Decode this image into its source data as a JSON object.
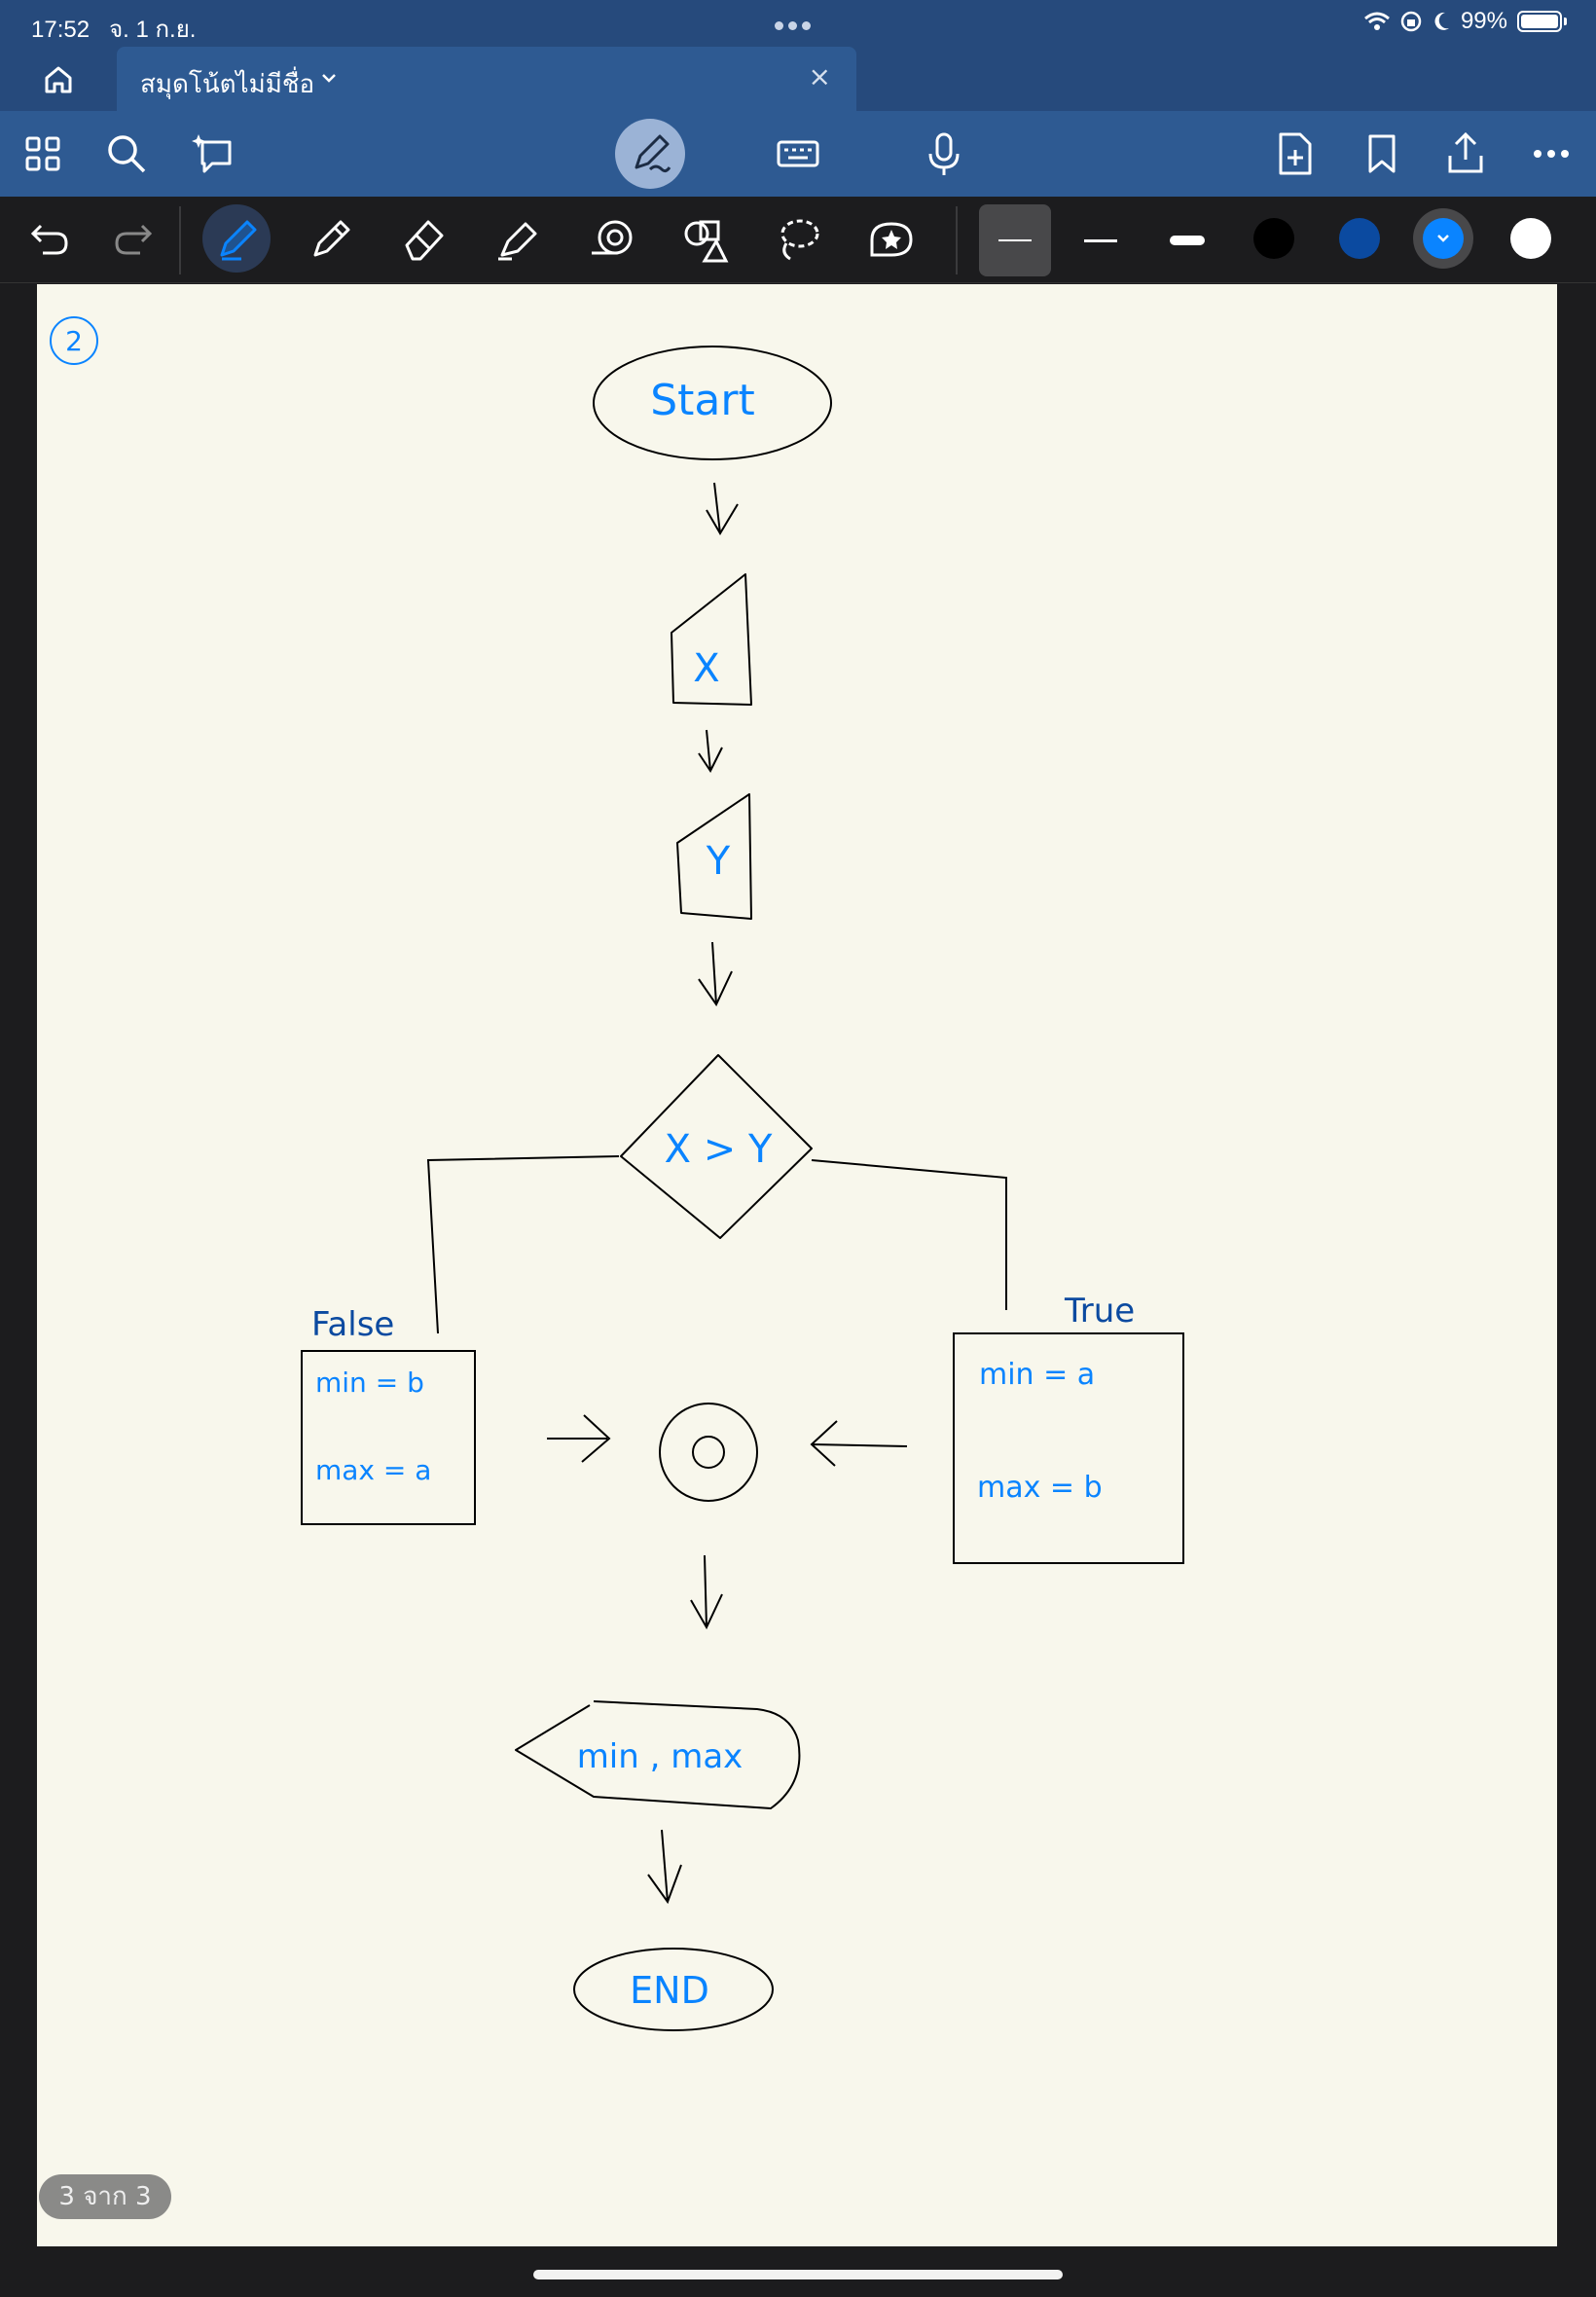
{
  "status_bar": {
    "time": "17:52",
    "date": "จ. 1 ก.ย.",
    "battery": "99%",
    "icons": [
      "wifi-icon",
      "orientation-lock-icon",
      "moon-icon",
      "battery-icon"
    ]
  },
  "tab_bar": {
    "home_icon": "home-icon",
    "tab_title": "สมุดโน้ตไม่มีชื่อ",
    "close_glyph": "×"
  },
  "toolbar": {
    "left_icons": [
      "grid-icon",
      "search-icon",
      "ai-assist-icon"
    ],
    "center_icons": [
      "pen-mode-icon",
      "keyboard-icon",
      "microphone-icon"
    ],
    "right_icons": [
      "add-page-icon",
      "bookmark-icon",
      "share-icon",
      "more-icon"
    ]
  },
  "drawing_tools": {
    "tools": [
      "undo-icon",
      "redo-icon",
      "pen-icon",
      "pencil-icon",
      "eraser-icon",
      "highlighter-icon",
      "tape-icon",
      "shapes-icon",
      "lasso-icon",
      "sticker-icon"
    ],
    "colors": [
      "#000000",
      "#0b4aa0",
      "#0a84ff",
      "#ffffff"
    ],
    "selected_color": "#0a84ff"
  },
  "flowchart": {
    "number_mark": "2",
    "start": "Start",
    "input_x": "X",
    "input_y": "Y",
    "decision": "X > Y",
    "false_label": "False",
    "true_label": "True",
    "false_line1": "min = b",
    "false_line2": "max = a",
    "true_line1": "min = a",
    "true_line2": "max = b",
    "output": "min , max",
    "end": "END"
  },
  "page_indicator": "3 จาก 3"
}
